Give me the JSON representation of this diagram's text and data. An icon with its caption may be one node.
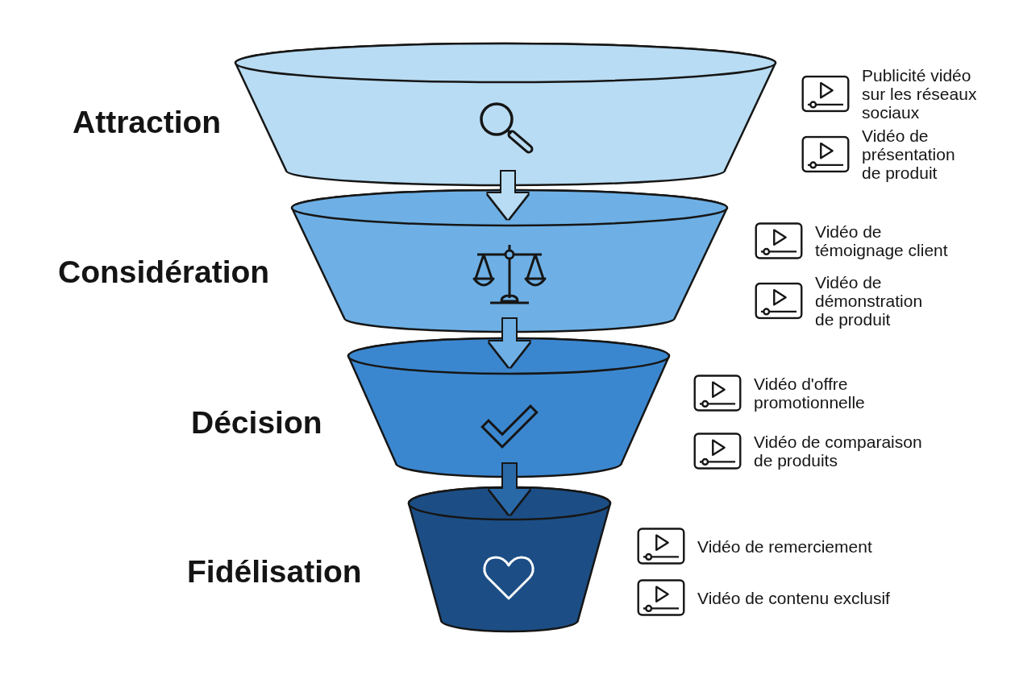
{
  "diagram": {
    "nodes": [
      {
        "text": [
          "Attraction"
        ],
        "beside": [
          "Publicité vidéo sur les réseaux sociaux",
          "Vidéo de présentation de produit"
        ]
      },
      {
        "text": [
          "Considération"
        ],
        "beside": [
          "Vidéo de témoignage client",
          "Vidéo de démonstration de produit"
        ]
      },
      {
        "text": [
          "Décision"
        ],
        "beside": [
          "Vidéo d'offre promotionnelle",
          "Vidéo de comparaison de produits"
        ]
      },
      {
        "text": [
          "Fidélisation"
        ],
        "beside": [
          "Vidéo de remerciement",
          "Vidéo de contenu exclusif"
        ]
      }
    ],
    "edges": [
      {
        "from": 0,
        "to": 1,
        "arrow": "to"
      },
      {
        "from": 1,
        "to": 2,
        "arrow": "to"
      },
      {
        "from": 2,
        "to": 3,
        "arrow": "to",
        "color": "#2c69a7"
      }
    ]
  }
}
